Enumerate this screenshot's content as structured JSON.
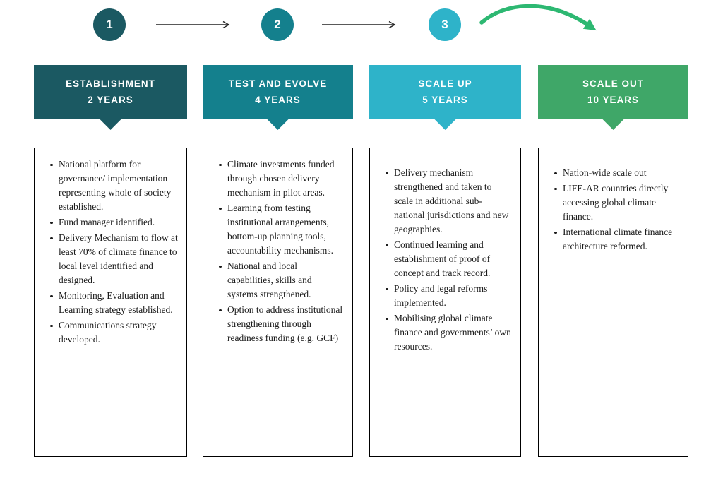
{
  "arrow": {
    "color": "#2db872"
  },
  "connector_color": "#222222",
  "phases": [
    {
      "step": "1",
      "title": "ESTABLISHMENT",
      "duration": "2 YEARS",
      "color": "#1b5962",
      "bullets": [
        "National platform for governance/ implementation representing whole of society established.",
        "Fund manager identified.",
        "Delivery Mechanism to flow at least 70% of climate finance to local level identified and designed.",
        "Monitoring, Evaluation and Learning strategy established.",
        "Communications strategy developed."
      ]
    },
    {
      "step": "2",
      "title": "TEST AND EVOLVE",
      "duration": "4 YEARS",
      "color": "#14808d",
      "bullets": [
        "Climate investments funded through chosen delivery mechanism in pilot areas.",
        "Learning from testing institutional arrangements, bottom-up planning tools, accountability mechanisms.",
        "National and local capabilities, skills and systems strengthened.",
        "Option to address institutional strengthening through readiness funding (e.g. GCF)"
      ]
    },
    {
      "step": "3",
      "title": "SCALE UP",
      "duration": "5 YEARS",
      "color": "#2eb3c9",
      "bullets": [
        "Delivery mechanism strengthened and taken to scale in additional sub-national jurisdictions and new geographies.",
        "Continued learning and establishment of proof of concept and track record.",
        "Policy and legal reforms implemented.",
        "Mobilising global climate finance and governments’ own resources."
      ]
    },
    {
      "title": "SCALE OUT",
      "duration": "10 YEARS",
      "color": "#3fa768",
      "bullets": [
        "Nation-wide scale out",
        "LIFE-AR countries directly accessing global climate finance.",
        "International climate finance architecture reformed."
      ]
    }
  ]
}
